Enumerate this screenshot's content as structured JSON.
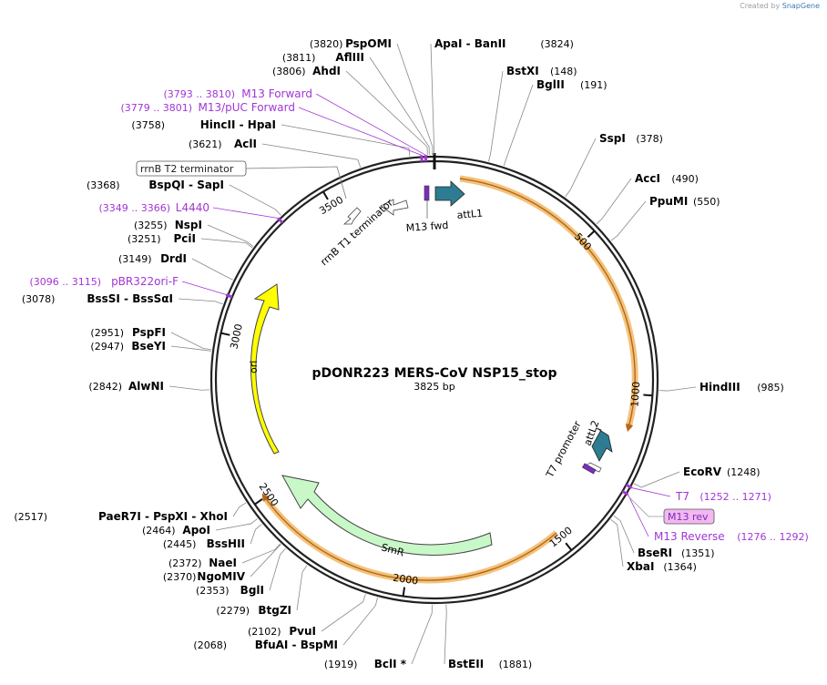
{
  "watermark": {
    "prefix": "Created by",
    "brand": "SnapGene"
  },
  "plasmid": {
    "name": "pDONR223 MERS-CoV NSP15_stop",
    "length_label": "3825 bp",
    "length": 3825
  },
  "colors": {
    "backbone": "#222222",
    "ori": "#ffff00",
    "smr": "#c8f7c8",
    "attl": "#2e7c92",
    "primer": "#a235d6",
    "label_site": "#000000",
    "label_primer": "#a235d6",
    "arrow_outline": "#e8a935"
  },
  "ticks": [
    {
      "pos": 500,
      "label": "500"
    },
    {
      "pos": 1000,
      "label": "1000"
    },
    {
      "pos": 1500,
      "label": "1500"
    },
    {
      "pos": 2000,
      "label": "2000"
    },
    {
      "pos": 2500,
      "label": "2500"
    },
    {
      "pos": 3000,
      "label": "3000"
    },
    {
      "pos": 3500,
      "label": "3500"
    }
  ],
  "sites": [
    {
      "id": "pspomi",
      "bp": 3820,
      "name": "PspOMI",
      "pos": "(3820)",
      "side": "L",
      "anchor": "end"
    },
    {
      "id": "afliii",
      "bp": 3811,
      "name": "AflIII",
      "pos": "(3811)",
      "side": "L",
      "anchor": "end"
    },
    {
      "id": "ahdi",
      "bp": 3806,
      "name": "AhdI",
      "pos": "(3806)",
      "side": "L",
      "anchor": "end"
    },
    {
      "id": "apai",
      "bp": 3824,
      "name": "ApaI  -  BanII",
      "pos": "(3824)",
      "side": "R",
      "anchor": "start"
    },
    {
      "id": "bstxi",
      "bp": 148,
      "name": "BstXI",
      "pos": "(148)",
      "side": "R",
      "anchor": "start"
    },
    {
      "id": "bglii",
      "bp": 191,
      "name": "BglII",
      "pos": "(191)",
      "side": "R",
      "anchor": "start"
    },
    {
      "id": "sspi",
      "bp": 378,
      "name": "SspI",
      "pos": "(378)",
      "side": "R",
      "anchor": "start"
    },
    {
      "id": "acci",
      "bp": 490,
      "name": "AccI",
      "pos": "(490)",
      "side": "R",
      "anchor": "start"
    },
    {
      "id": "ppumi",
      "bp": 550,
      "name": "PpuMI",
      "pos": "(550)",
      "side": "R",
      "anchor": "start"
    },
    {
      "id": "hindiii",
      "bp": 985,
      "name": "HindIII",
      "pos": "(985)",
      "side": "R",
      "anchor": "start"
    },
    {
      "id": "ecorv",
      "bp": 1248,
      "name": "EcoRV",
      "pos": "(1248)",
      "side": "R",
      "anchor": "start"
    },
    {
      "id": "bseri",
      "bp": 1351,
      "name": "BseRI",
      "pos": "(1351)",
      "side": "R",
      "anchor": "start"
    },
    {
      "id": "xbai",
      "bp": 1364,
      "name": "XbaI",
      "pos": "(1364)",
      "side": "R",
      "anchor": "start"
    },
    {
      "id": "bsteii",
      "bp": 1881,
      "name": "BstEII",
      "pos": "(1881)",
      "side": "R",
      "anchor": "start"
    },
    {
      "id": "bcli",
      "bp": 1919,
      "name": "BclI *",
      "pos": "(1919)",
      "side": "L",
      "anchor": "end"
    },
    {
      "id": "bfuai",
      "bp": 2068,
      "name": "BfuAI  -  BspMI",
      "pos": "(2068)",
      "side": "L",
      "anchor": "end"
    },
    {
      "id": "pvui",
      "bp": 2102,
      "name": "PvuI",
      "pos": "(2102)",
      "side": "L",
      "anchor": "end"
    },
    {
      "id": "btgzi",
      "bp": 2279,
      "name": "BtgZI",
      "pos": "(2279)",
      "side": "L",
      "anchor": "end"
    },
    {
      "id": "bgli",
      "bp": 2353,
      "name": "BglI",
      "pos": "(2353)",
      "side": "L",
      "anchor": "end"
    },
    {
      "id": "ngomiv",
      "bp": 2370,
      "name": "NgoMIV",
      "pos": "(2370)",
      "side": "L",
      "anchor": "end"
    },
    {
      "id": "naei",
      "bp": 2372,
      "name": "NaeI",
      "pos": "(2372)",
      "side": "L",
      "anchor": "end"
    },
    {
      "id": "bsshii",
      "bp": 2445,
      "name": "BssHII",
      "pos": "(2445)",
      "side": "L",
      "anchor": "end"
    },
    {
      "id": "apoi",
      "bp": 2464,
      "name": "ApoI",
      "pos": "(2464)",
      "side": "L",
      "anchor": "end"
    },
    {
      "id": "paer7i",
      "bp": 2517,
      "name": "PaeR7I  -  PspXI  -  XhoI",
      "pos": "(2517)",
      "side": "L",
      "anchor": "end"
    },
    {
      "id": "alwni",
      "bp": 2842,
      "name": "AlwNI",
      "pos": "(2842)",
      "side": "L",
      "anchor": "end"
    },
    {
      "id": "bseyi",
      "bp": 2947,
      "name": "BseYI",
      "pos": "(2947)",
      "side": "L",
      "anchor": "end"
    },
    {
      "id": "pspfi",
      "bp": 2951,
      "name": "PspFI",
      "pos": "(2951)",
      "side": "L",
      "anchor": "end"
    },
    {
      "id": "bsssi",
      "bp": 3078,
      "name": "BssSI  -  BssSαI",
      "pos": "(3078)",
      "side": "L",
      "anchor": "end"
    },
    {
      "id": "drdi",
      "bp": 3149,
      "name": "DrdI",
      "pos": "(3149)",
      "side": "L",
      "anchor": "end"
    },
    {
      "id": "pcii",
      "bp": 3251,
      "name": "PciI",
      "pos": "(3251)",
      "side": "L",
      "anchor": "end"
    },
    {
      "id": "nspi",
      "bp": 3255,
      "name": "NspI",
      "pos": "(3255)",
      "side": "L",
      "anchor": "end"
    },
    {
      "id": "bspqi",
      "bp": 3368,
      "name": "BspQI  -  SapI",
      "pos": "(3368)",
      "side": "L",
      "anchor": "end"
    },
    {
      "id": "acli",
      "bp": 3621,
      "name": "AclI",
      "pos": "(3621)",
      "side": "L",
      "anchor": "end"
    },
    {
      "id": "hincii",
      "bp": 3758,
      "name": "HincII  -  HpaI",
      "pos": "(3758)",
      "side": "L",
      "anchor": "end"
    }
  ],
  "primers": [
    {
      "id": "m13fwd",
      "bp": 3801,
      "name": "M13 Forward",
      "pos": "(3793 .. 3810)",
      "side": "L"
    },
    {
      "id": "m13puc",
      "bp": 3790,
      "name": "M13/pUC Forward",
      "pos": "(3779 .. 3801)",
      "side": "L"
    },
    {
      "id": "l4440",
      "bp": 3357,
      "name": "L4440",
      "pos": "(3349 .. 3366)",
      "side": "L"
    },
    {
      "id": "pbr322",
      "bp": 3105,
      "name": "pBR322ori-F",
      "pos": "(3096 .. 3115)",
      "side": "L"
    },
    {
      "id": "t7",
      "bp": 1261,
      "name": "T7",
      "pos": "(1252 .. 1271)",
      "side": "R"
    },
    {
      "id": "m13rev",
      "bp": 1282,
      "name": "M13 Reverse",
      "pos": "(1276 .. 1292)",
      "side": "R"
    }
  ],
  "boxed_labels": {
    "rrnb_t2": "rrnB T2 terminator",
    "m13rev_box": "M13 rev"
  },
  "features": {
    "ori": "ori",
    "smr": "SmR",
    "attl1": "attL1",
    "attl2": "attL2",
    "m13fwd": "M13 fwd",
    "t7prom": "T7 promoter",
    "rrnb_t1": "rrnB T1 terminator"
  }
}
